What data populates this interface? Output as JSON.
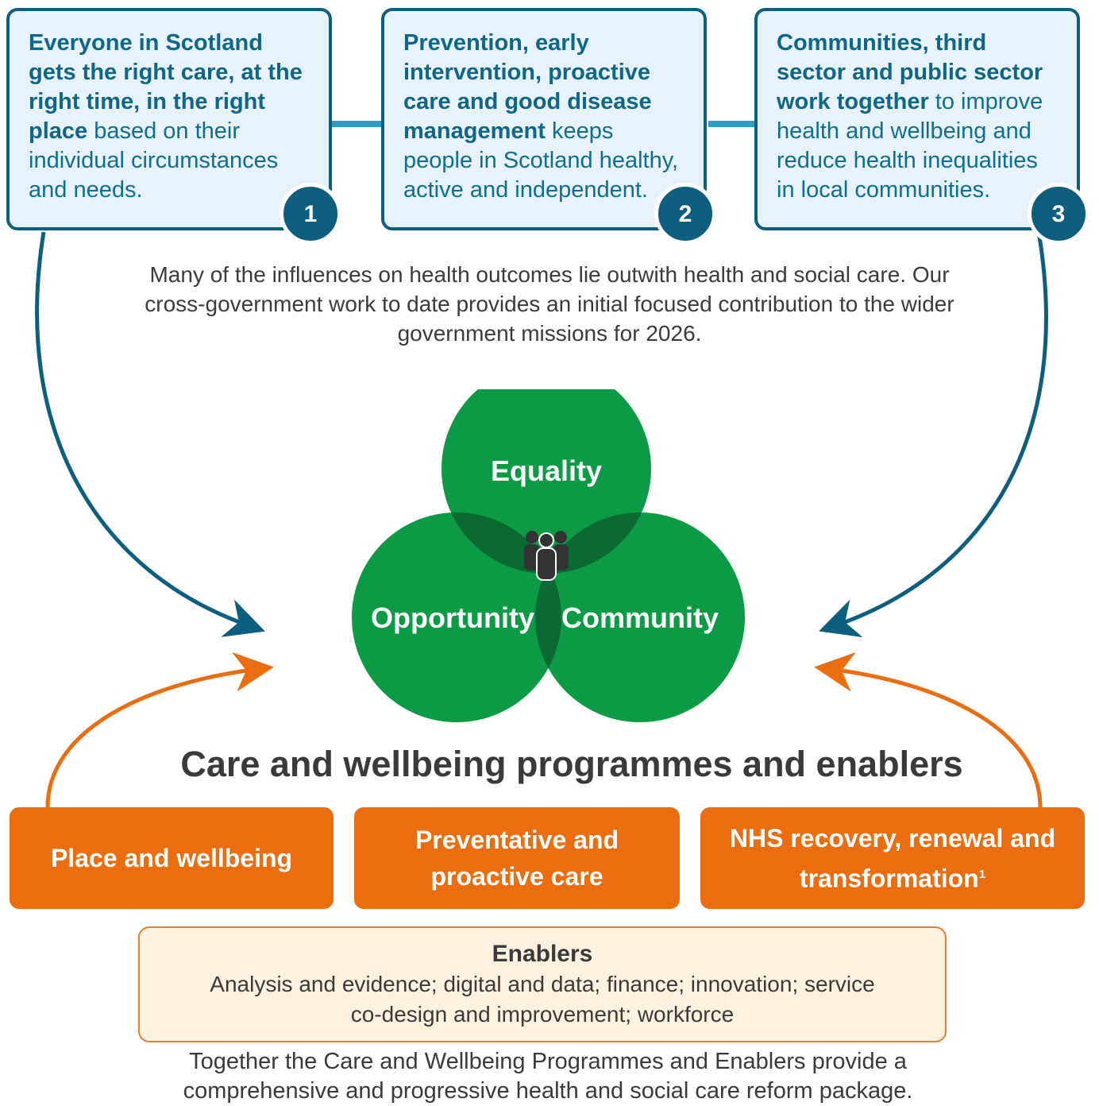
{
  "outcomes": [
    {
      "bold": "Everyone in Scotland gets the right care, at the right time, in the right place",
      "rest": " based on their individual circumstances and needs.",
      "number": "1"
    },
    {
      "bold": "Prevention, early intervention, proactive care and good disease management",
      "rest": " keeps people in Scotland healthy, active and independent.",
      "number": "2"
    },
    {
      "bold": "Communities, third sector and public sector work together",
      "rest": " to improve health and wellbeing and reduce health inequalities in local communities.",
      "number": "3"
    }
  ],
  "intro_text": "Many of the influences on health outcomes lie outwith health and social care. Our cross-government work to date provides an initial focused contribution to the wider government missions for 2026.",
  "circles": {
    "top": "Equality",
    "left": "Opportunity",
    "right": "Community"
  },
  "center_icon": "people-group-icon",
  "programmes_heading": "Care and wellbeing programmes and enablers",
  "programmes": [
    {
      "label": "Place and wellbeing"
    },
    {
      "label": "Preventative and proactive care"
    },
    {
      "label": "NHS recovery, renewal and transformation",
      "footnote": "1"
    }
  ],
  "enablers": {
    "title": "Enablers",
    "body": "Analysis and evidence; digital and data; finance; innovation; service co-design and improvement; workforce"
  },
  "footer_text": "Together the Care and Wellbeing Programmes and Enablers provide a comprehensive and progressive health and social care reform package.",
  "colors": {
    "teal_dark": "#0d5f80",
    "teal_light": "#2c9ec8",
    "box_fill": "#e7f2fa",
    "green": "#0a9b44",
    "orange": "#eb6d0f",
    "enabler_fill": "#fdf2e0"
  }
}
